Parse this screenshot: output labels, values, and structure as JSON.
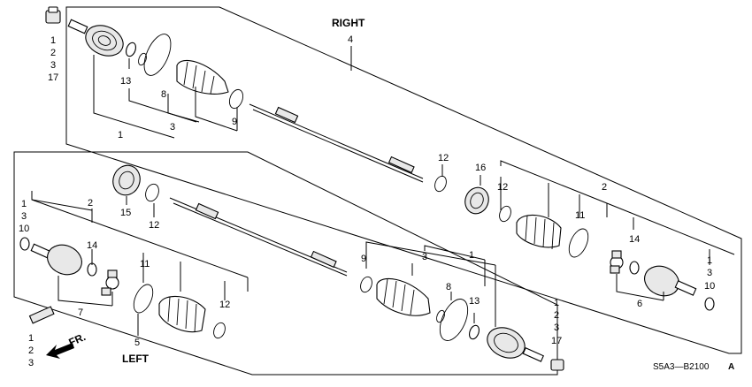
{
  "title_right": "RIGHT",
  "title_left": "LEFT",
  "right_shaft_number": "4",
  "left_shaft_number": "5",
  "front_arrow_label": "FR.",
  "diagram_code": "S5A3—B2100",
  "diagram_code_suffix": "A",
  "right_assembly_labels": [
    "1",
    "3",
    "8",
    "9",
    "13"
  ],
  "right_nut_stack": [
    "1",
    "2",
    "3",
    "17"
  ],
  "right_inner_joint_labels": [
    "2",
    "3",
    "1",
    "6",
    "10",
    "11",
    "12",
    "14",
    "16"
  ],
  "left_outer_labels": [
    "1",
    "3",
    "8",
    "9",
    "13"
  ],
  "left_inner_labels": [
    "2",
    "7",
    "10",
    "11",
    "12",
    "14",
    "15"
  ],
  "left_nut_stack": [
    "1",
    "2",
    "3",
    "17"
  ],
  "grease_stack": [
    "1",
    "2",
    "3"
  ]
}
